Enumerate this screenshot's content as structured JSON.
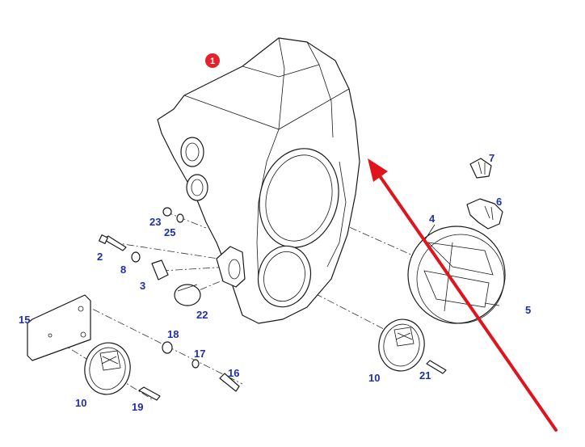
{
  "colors": {
    "callout": "#1f2fae",
    "arrow": "#e0141c",
    "badge": "#e2232b",
    "line": "#1a1a1a"
  },
  "badge": {
    "label": "1"
  },
  "callouts": [
    {
      "id": "2",
      "label": "2"
    },
    {
      "id": "3",
      "label": "3"
    },
    {
      "id": "4",
      "label": "4"
    },
    {
      "id": "5",
      "label": "5"
    },
    {
      "id": "6",
      "label": "6"
    },
    {
      "id": "7",
      "label": "7"
    },
    {
      "id": "8",
      "label": "8"
    },
    {
      "id": "10a",
      "label": "10"
    },
    {
      "id": "10b",
      "label": "10"
    },
    {
      "id": "15",
      "label": "15"
    },
    {
      "id": "16",
      "label": "16"
    },
    {
      "id": "17",
      "label": "17"
    },
    {
      "id": "18",
      "label": "18"
    },
    {
      "id": "19",
      "label": "19"
    },
    {
      "id": "21",
      "label": "21"
    },
    {
      "id": "22",
      "label": "22"
    },
    {
      "id": "23",
      "label": "23"
    },
    {
      "id": "25",
      "label": "25"
    }
  ]
}
